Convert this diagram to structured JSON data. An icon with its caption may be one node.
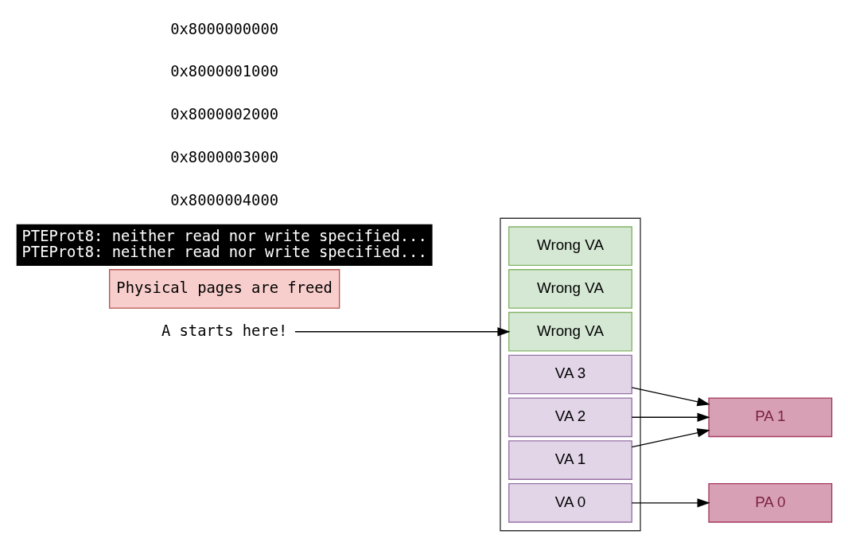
{
  "diagram": {
    "nodes": [
      {
        "text": [],
        "shape": "box"
      },
      {
        "text": [
          "VA 0"
        ],
        "in": 0
      },
      {
        "text": [
          "VA 1"
        ],
        "in": 0
      },
      {
        "text": [
          "VA 2"
        ],
        "in": 0
      },
      {
        "text": [
          "VA 3"
        ],
        "in": 0
      },
      {
        "text": [
          "Wrong VA"
        ],
        "in": 0
      },
      {
        "text": [
          "Wrong VA"
        ],
        "in": 0
      },
      {
        "text": [
          "Wrong VA"
        ],
        "in": 0
      },
      {
        "text": [
          "PA 0"
        ]
      },
      {
        "text": [
          "PA 1"
        ]
      },
      {
        "text": [
          "Physical pages are freed"
        ]
      },
      {
        "text": [
          "A starts here!"
        ]
      },
      {
        "text": [
          "PTEProt8: neither read nor write specified...",
          "PTEProt8: neither read nor write specified..."
        ]
      }
    ],
    "edges": [
      {
        "from": 1,
        "to": 8,
        "arrow": "to"
      },
      {
        "from": 2,
        "to": 9,
        "arrow": "to"
      },
      {
        "from": 3,
        "to": 9,
        "arrow": "to"
      },
      {
        "from": 4,
        "to": 9,
        "arrow": "to"
      },
      {
        "from": 11,
        "to": 5,
        "arrow": "to"
      }
    ],
    "labels": [
      "0x8000000000",
      "0x8000001000",
      "0x8000002000",
      "0x8000003000",
      "0x8000004000"
    ]
  }
}
